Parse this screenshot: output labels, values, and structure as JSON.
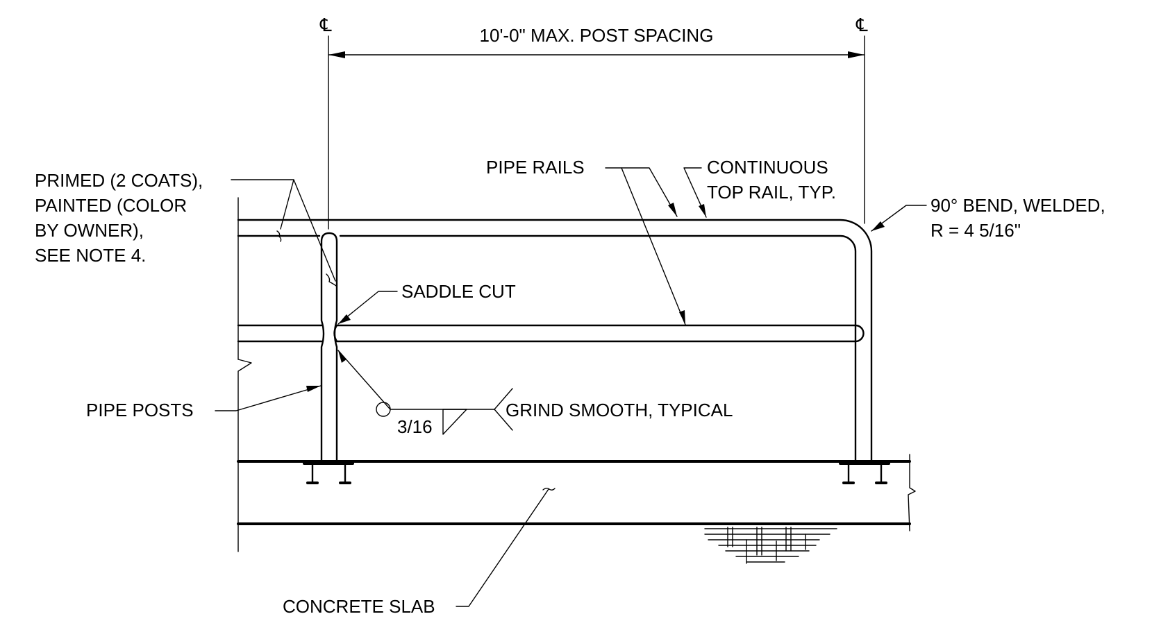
{
  "drawing": {
    "centerline_symbol": "℄",
    "dimension": "10'-0\" MAX. POST SPACING",
    "labels": {
      "pipe_rails": "PIPE RAILS",
      "continuous_top_rail": [
        "CONTINUOUS",
        "TOP RAIL, TYP."
      ],
      "primed_painted": [
        "PRIMED (2 COATS),",
        "PAINTED (COLOR",
        "BY OWNER),",
        "SEE NOTE 4."
      ],
      "bend": [
        "90° BEND, WELDED,",
        "R = 4 5/16\""
      ],
      "saddle_cut": "SADDLE CUT",
      "pipe_posts": "PIPE POSTS",
      "weld_size": "3/16",
      "grind_smooth": "GRIND SMOOTH, TYPICAL",
      "concrete_slab": "CONCRETE SLAB"
    }
  }
}
